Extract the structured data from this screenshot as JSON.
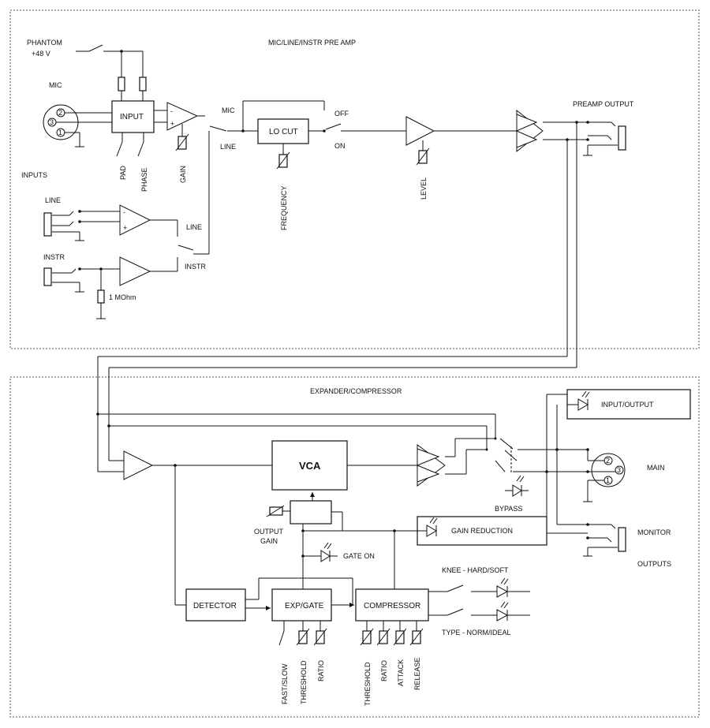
{
  "preamp": {
    "title": "MIC/LINE/INSTR PRE AMP",
    "phantom": "PHANTOM",
    "phantom_v": "+48 V",
    "mic": "MIC",
    "inputs": "INPUTS",
    "input_block": "INPUT",
    "pad": "PAD",
    "phase": "PHASE",
    "gain": "GAIN",
    "sw_mic": "MIC",
    "sw_line": "LINE",
    "line_in": "LINE",
    "instr_in": "INSTR",
    "sw2_line": "LINE",
    "sw2_instr": "INSTR",
    "resistor": "1 MOhm",
    "locut": "LO CUT",
    "off": "OFF",
    "on": "ON",
    "frequency": "FREQUENCY",
    "level": "LEVEL",
    "preamp_output": "PREAMP OUTPUT",
    "xlr_pins": [
      "2",
      "3",
      "1"
    ],
    "opamp_minus": "-",
    "opamp_plus": "+"
  },
  "comp": {
    "title": "EXPANDER/COMPRESSOR",
    "vca": "VCA",
    "output_gain": [
      "OUTPUT",
      "GAIN"
    ],
    "gain_reduction": "GAIN REDUCTION",
    "gate_on": "GATE ON",
    "detector": "DETECTOR",
    "expgate": "EXP/GATE",
    "compressor": "COMPRESSOR",
    "knee": "KNEE - HARD/SOFT",
    "type": "TYPE - NORM/IDEAL",
    "fast_slow": "FAST/SLOW",
    "threshold_1": "THRESHOLD",
    "ratio_1": "RATIO",
    "threshold_2": "THRESHOLD",
    "ratio_2": "RATIO",
    "attack": "ATTACK",
    "release": "RELEASE",
    "input_output": "INPUT/OUTPUT",
    "bypass": "BYPASS",
    "main": "MAIN",
    "monitor": "MONITOR",
    "outputs": "OUTPUTS",
    "xlr_pins": [
      "2",
      "3",
      "1"
    ]
  }
}
